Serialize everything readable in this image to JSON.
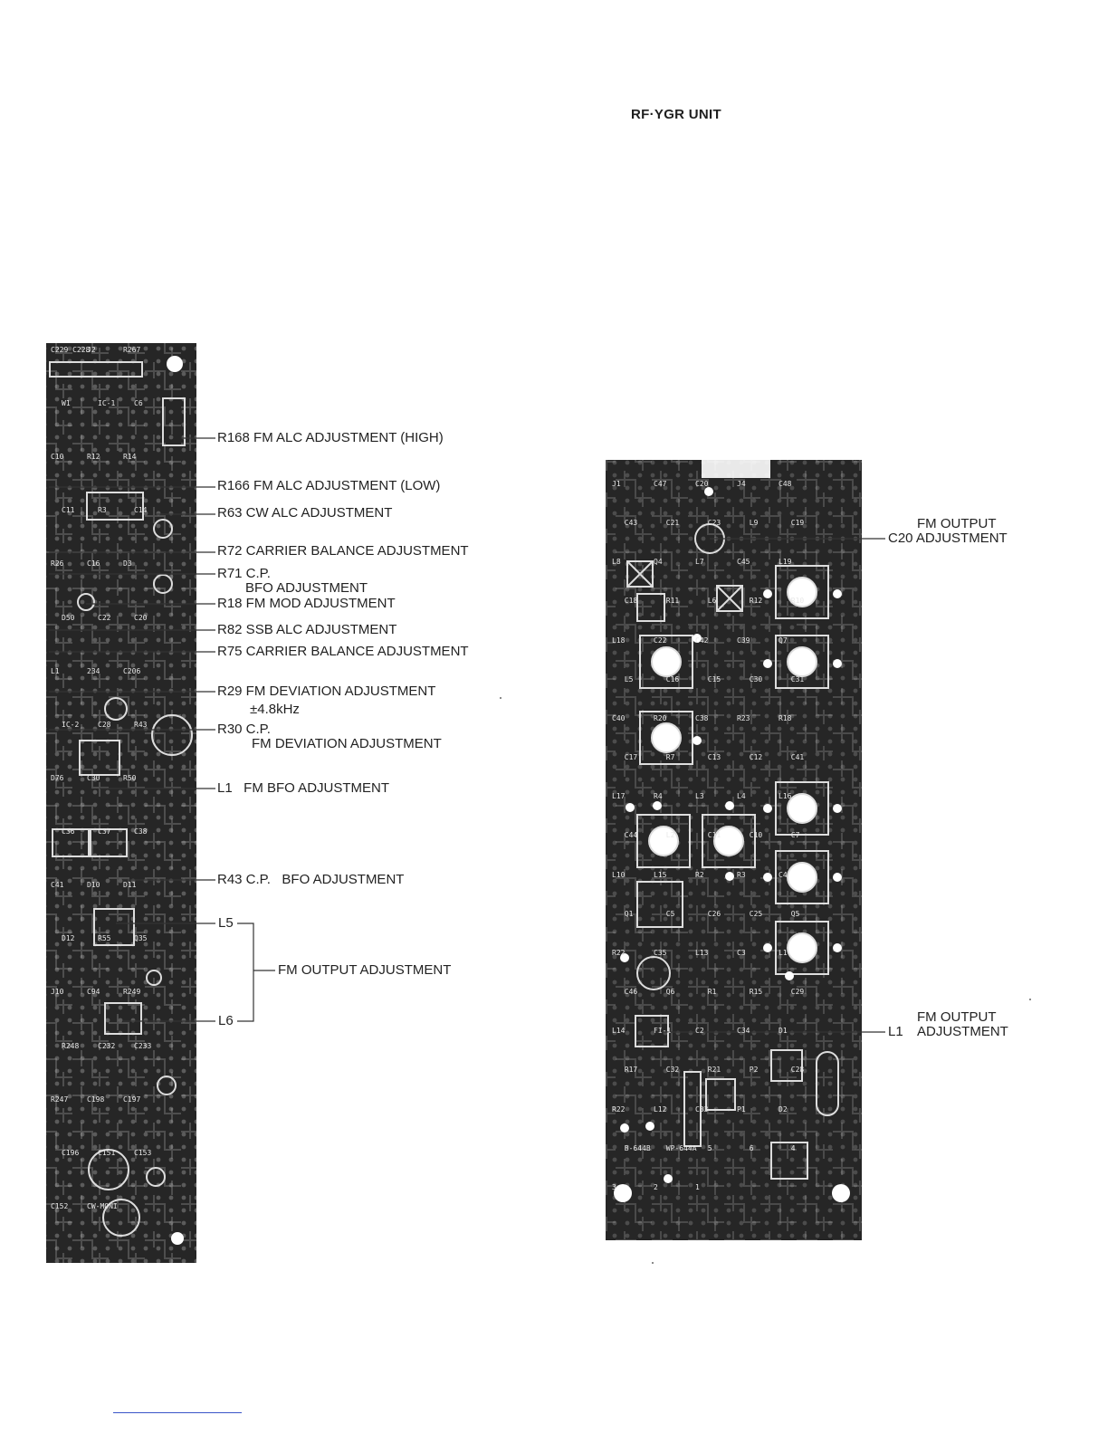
{
  "title": "RF·YGR UNIT",
  "left_board": {
    "labels": [
      {
        "text": "R168 FM ALC ADJUSTMENT (HIGH)"
      },
      {
        "text": "R166 FM ALC ADJUSTMENT (LOW)"
      },
      {
        "text": "R63 CW ALC ADJUSTMENT"
      },
      {
        "text": "R72 CARRIER BALANCE ADJUSTMENT"
      },
      {
        "text": "R71 C.P."
      },
      {
        "text": "BFO ADJUSTMENT"
      },
      {
        "text": "R18 FM MOD ADJUSTMENT"
      },
      {
        "text": "R82 SSB ALC ADJUSTMENT"
      },
      {
        "text": "R75 CARRIER BALANCE ADJUSTMENT"
      },
      {
        "text": "R29 FM DEVIATION ADJUSTMENT"
      },
      {
        "text": "±4.8kHz"
      },
      {
        "text": "R30 C.P."
      },
      {
        "text": "FM DEVIATION ADJUSTMENT"
      },
      {
        "text": "L1   FM BFO ADJUSTMENT"
      },
      {
        "text": "R43 C.P.   BFO ADJUSTMENT"
      },
      {
        "text": "L5"
      },
      {
        "text": "FM OUTPUT ADJUSTMENT"
      },
      {
        "text": "L6"
      }
    ],
    "silkscreen": [
      "C229 C228",
      "J2",
      "R267",
      "W1",
      "IC-1",
      "C6",
      "C10",
      "R12",
      "R14",
      "C11",
      "R3",
      "C14",
      "R26",
      "C16",
      "D3",
      "D50",
      "C22",
      "C20",
      "L1",
      "234",
      "C206",
      "IC-2",
      "C28",
      "R43",
      "D76",
      "C30",
      "R50",
      "C36",
      "C37",
      "C38",
      "C41",
      "D10",
      "D11",
      "D12",
      "R55",
      "Q35",
      "J10",
      "C94",
      "R249",
      "R248",
      "C232",
      "C233",
      "R247",
      "C198",
      "C197",
      "C196",
      "C151",
      "C153",
      "C152",
      "CW-MONI"
    ]
  },
  "right_board": {
    "labels": [
      {
        "text": "FM OUTPUT"
      },
      {
        "text": "C20 ADJUSTMENT"
      },
      {
        "text": "FM OUTPUT"
      },
      {
        "text": "L1"
      },
      {
        "text": "ADJUSTMENT"
      }
    ],
    "silkscreen": [
      "J1",
      "C47",
      "C20",
      "J4",
      "C48",
      "C43",
      "C21",
      "C23",
      "L9",
      "C19",
      "L8",
      "Q4",
      "L7",
      "C45",
      "L19",
      "C18",
      "R11",
      "L6",
      "R12",
      "R10",
      "L18",
      "C22",
      "C42",
      "C39",
      "Q7",
      "L5",
      "C16",
      "C15",
      "C30",
      "C31",
      "C40",
      "R20",
      "C38",
      "R23",
      "R18",
      "C17",
      "R7",
      "C13",
      "C12",
      "C41",
      "L17",
      "R4",
      "L3",
      "L4",
      "L16",
      "C44",
      "L2",
      "C11",
      "C10",
      "C7",
      "L10",
      "L15",
      "R2",
      "R3",
      "C4",
      "Q1",
      "C5",
      "C26",
      "C25",
      "Q5",
      "R22",
      "C35",
      "L13",
      "C3",
      "L1",
      "C46",
      "Q6",
      "R1",
      "R15",
      "C29",
      "L14",
      "FI-1",
      "C2",
      "C34",
      "D1",
      "R17",
      "C32",
      "R21",
      "P2",
      "C28",
      "R22",
      "L12",
      "C33",
      "P1",
      "D2",
      "B-644B",
      "WP-644A",
      "5",
      "6",
      "4",
      "3",
      "2",
      "1"
    ]
  },
  "colors": {
    "board_fill": "#262626",
    "trace": "#8a8a8a",
    "ink": "#1f1f1f",
    "footer_rule": "#3a55c8"
  }
}
